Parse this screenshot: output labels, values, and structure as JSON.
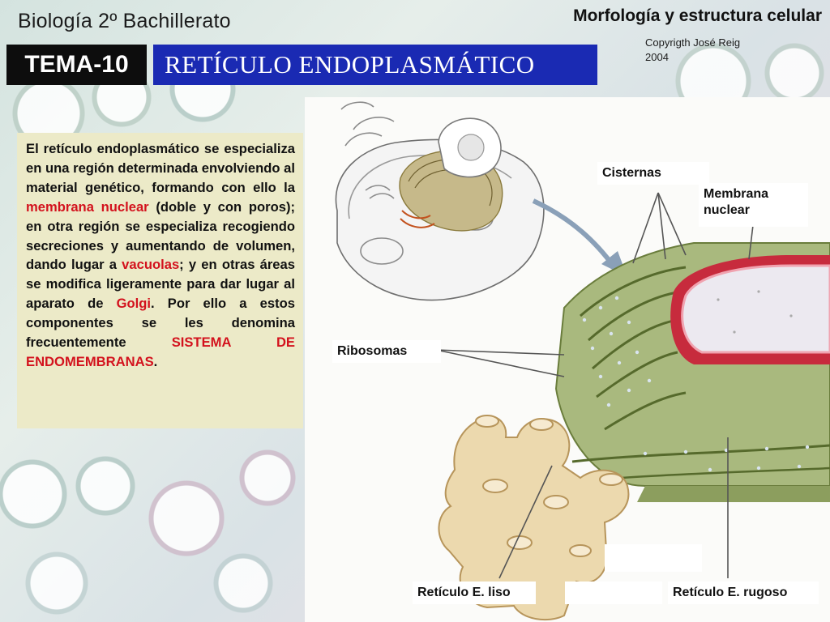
{
  "header": {
    "subject": "Biología 2º Bachillerato",
    "topic": "Morfología y estructura celular",
    "copyright_line1": "Copyrigth José Reig",
    "copyright_line2": "2004",
    "tema": "TEMA-10",
    "title": "RETÍCULO ENDOPLASMÁTICO"
  },
  "body_text": {
    "part1": "El retículo endoplasmático se especializa en una región determinada envolviendo al material genético, formando con ello la ",
    "term1": "membrana nuclear",
    "part2": " (doble y con poros); en otra región se especializa recogiendo secreciones y aumentando de volumen, dando lugar a ",
    "term2": "vacuolas",
    "part3": "; y en otras áreas se modifica ligeramente para dar lugar al aparato de ",
    "term3": "Golgi",
    "part4": ". Por ello a estos componentes se les denomina frecuentemente ",
    "term4": "SISTEMA DE ENDOMEMBRANAS",
    "part5": "."
  },
  "labels": {
    "cisternas": "Cisternas",
    "membrana_nuclear": "Membrana nuclear",
    "ribosomas": "Ribosomas",
    "reticulo_liso": "Retículo E. liso",
    "reticulo_rugoso": "Retículo E. rugoso"
  },
  "colors": {
    "tema_bg": "#0d0d0d",
    "title_bg": "#1a2ab3",
    "panel_bg": "#eceac8",
    "highlight": "#d3121d",
    "rough_er": "#7f9457",
    "smooth_er": "#ecd9ae",
    "nuclear_envelope": "#d8283f"
  }
}
